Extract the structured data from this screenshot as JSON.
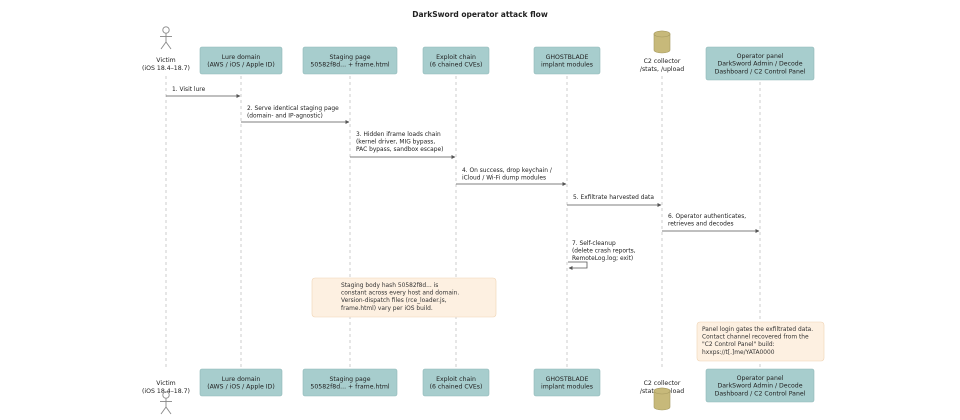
{
  "title": "DarkSword operator attack flow",
  "participants": [
    {
      "id": "victim",
      "kind": "actor",
      "lines": [
        "Victim",
        "(iOS 18.4–18.7)"
      ]
    },
    {
      "id": "lure",
      "kind": "box",
      "lines": [
        "Lure domain",
        "(AWS / iOS / Apple ID)"
      ]
    },
    {
      "id": "staging",
      "kind": "box",
      "lines": [
        "Staging page",
        "50582f8d... + frame.html"
      ]
    },
    {
      "id": "exploit",
      "kind": "box",
      "lines": [
        "Exploit chain",
        "(6 chained CVEs)"
      ]
    },
    {
      "id": "ghostblade",
      "kind": "box",
      "lines": [
        "GHOSTBLADE",
        "implant modules"
      ]
    },
    {
      "id": "c2",
      "kind": "database",
      "lines": [
        "C2 collector",
        "/stats, /upload"
      ]
    },
    {
      "id": "operator",
      "kind": "box",
      "lines": [
        "Operator panel",
        "DarkSword Admin / Decode",
        "Dashboard / C2 Control Panel"
      ]
    }
  ],
  "messages": [
    {
      "from": 0,
      "to": 1,
      "lines": [
        "1. Visit lure"
      ]
    },
    {
      "from": 1,
      "to": 2,
      "lines": [
        "2. Serve identical staging page",
        "(domain- and IP-agnostic)"
      ]
    },
    {
      "from": 2,
      "to": 3,
      "lines": [
        "3. Hidden iframe loads chain",
        "(kernel driver, MIG bypass,",
        "PAC bypass, sandbox escape)"
      ]
    },
    {
      "from": 3,
      "to": 4,
      "lines": [
        "4. On success, drop keychain /",
        "iCloud / Wi-Fi dump modules"
      ]
    },
    {
      "from": 4,
      "to": 5,
      "lines": [
        "5. Exfiltrate harvested data"
      ]
    },
    {
      "from": 5,
      "to": 6,
      "lines": [
        "6. Operator authenticates,",
        "retrieves and decodes"
      ]
    },
    {
      "from": 4,
      "to": 4,
      "lines": [
        "7. Self-cleanup",
        "(delete crash reports,",
        "RemoteLog.log; exit)"
      ]
    }
  ],
  "notes": [
    {
      "over": 2,
      "lines": [
        "Staging body hash 50582f8d... is",
        "constant across every host and domain.",
        "Version-dispatch files (rce_loader.js,",
        "frame.html) vary per iOS build."
      ]
    },
    {
      "over": 6,
      "lines": [
        "Panel login gates the exfiltrated data.",
        "Contact channel recovered from the",
        "\"C2 Control Panel\" build:",
        "hxxps://t[.]me/YATA0000"
      ]
    }
  ],
  "colors": {
    "participant_fill": "#a7cdcd",
    "note_fill": "#fdf0e1",
    "database_fill": "#c7b97a",
    "lifeline": "#c2c2c2"
  }
}
